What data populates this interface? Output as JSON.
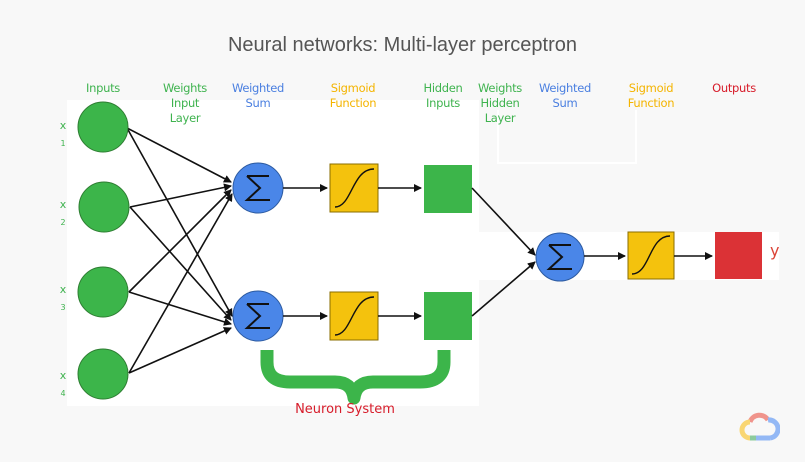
{
  "title": "Neural networks: Multi-layer perceptron",
  "column_labels": [
    {
      "text": "Inputs",
      "color": "#3fb34f"
    },
    {
      "text": "Weights\nInput\nLayer",
      "color": "#3fb34f"
    },
    {
      "text": "Weighted\nSum",
      "color": "#4a7fe0"
    },
    {
      "text": "Sigmoid\nFunction",
      "color": "#f4b400"
    },
    {
      "text": "Hidden\nInputs",
      "color": "#3fb34f"
    },
    {
      "text": "Weights\nHidden\nLayer",
      "color": "#3fb34f"
    },
    {
      "text": "Weighted\nSum",
      "color": "#4a7fe0"
    },
    {
      "text": "Sigmoid\nFunction",
      "color": "#f4b400"
    },
    {
      "text": "Outputs",
      "color": "#d71c2a"
    }
  ],
  "inputs": [
    {
      "var": "x",
      "sub": "1"
    },
    {
      "var": "x",
      "sub": "2"
    },
    {
      "var": "x",
      "sub": "3"
    },
    {
      "var": "x",
      "sub": "4"
    }
  ],
  "hidden_neurons": 2,
  "sum_symbol": "Σ",
  "neuron_system_label": "Neuron System",
  "output_label": "y",
  "colors": {
    "input_node": "#3cb54a",
    "sum_node": "#4a86e8",
    "sigmoid_box": "#f4c20d",
    "hidden_box": "#3cb54a",
    "output_box": "#db3236",
    "brace": "#3cb54a",
    "arrow": "#111111"
  },
  "logo": "google-cloud-icon"
}
